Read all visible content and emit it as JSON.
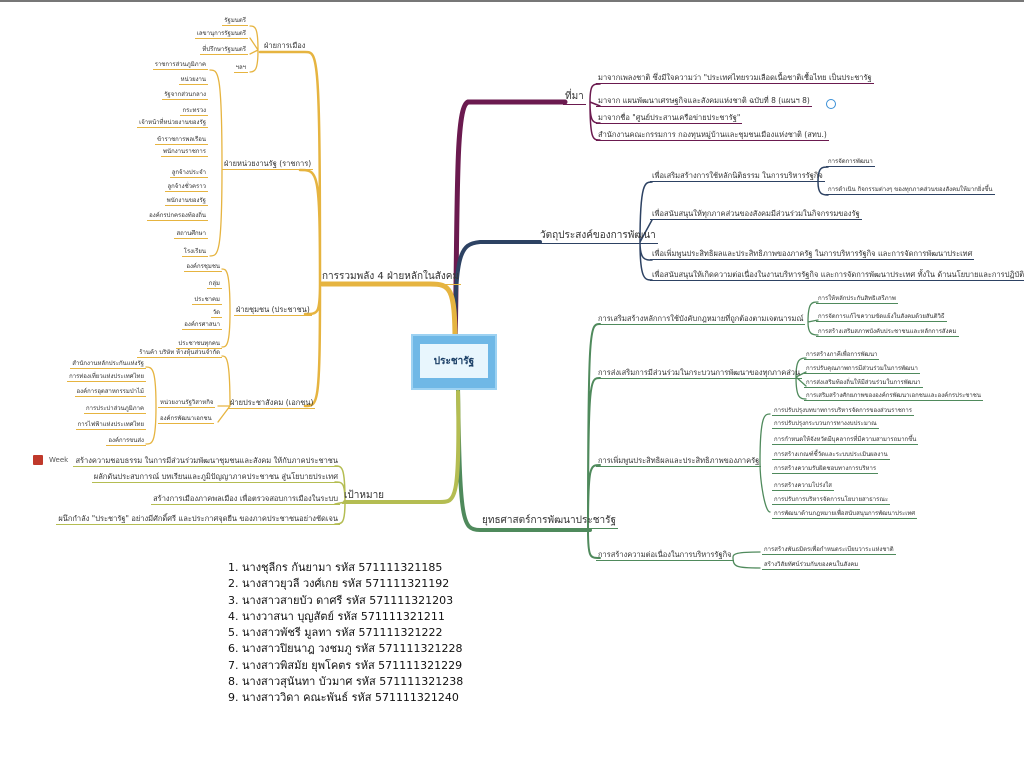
{
  "center": {
    "label": "ประชารัฐ"
  },
  "origin": {
    "label": "ที่มา",
    "items": [
      "มาจากเพลงชาติ ซึ่งมีใจความว่า \"ประเทศไทยรวมเลือดเนื้อชาติเชื้อไทย เป็นประชารัฐ",
      "มาจาก แผนพัฒนาเศรษฐกิจและสังคมแห่งชาติ ฉบับที่ 8 (แผนฯ 8)",
      "มาจากชื่อ \"ศูนย์ประสานเครือข่ายประชารัฐ\"",
      "สำนักงานคณะกรรมการ กองทุนหมู่บ้านและชุมชนเมืองแห่งชาติ (สทบ.)"
    ]
  },
  "objectives": {
    "label": "วัตถุประสงค์ของการพัฒนา",
    "items": [
      {
        "label": "เพื่อเสริมสร้างการใช้หลักนิติธรรม ในการบริหารรัฐกิจ",
        "children": [
          "การจัดการพัฒนา",
          "การดำเนิน กิจกรรมต่างๆ ของทุกภาคส่วนของสังคมให้มากยิ่งขึ้น"
        ]
      },
      {
        "label": "เพื่อสนับสนุนให้ทุกภาคส่วนของสังคมมีส่วนร่วมในกิจกรรมของรัฐ"
      },
      {
        "label": "เพื่อเพิ่มพูนประสิทธิผลและประสิทธิภาพของภาครัฐ ในการบริหารรัฐกิจ และการจัดการพัฒนาประเทศ"
      },
      {
        "label": "เพื่อสนับสนุนให้เกิดความต่อเนื่องในงานบริหารรัฐกิจ และการจัดการพัฒนาประเทศ ทั้งใน ด้านนโยบายและการปฏิบัติ"
      }
    ]
  },
  "strategy": {
    "label": "ยุทธศาสตร์การพัฒนาประชารัฐ",
    "items": [
      {
        "label": "การเสริมสร้างหลักการใช้บังคับกฎหมายที่ถูกต้องตามเจตนารมณ์",
        "children": [
          "การให้หลักประกันสิทธิเสรีภาพ",
          "การจัดการแก้ไขความขัดแย้งในสังคมด้วยสันติวิธี",
          "การสร้างเสริมสภาพบังคับประชาชนและหลักการสังคม"
        ]
      },
      {
        "label": "การส่งเสริมการมีส่วนร่วมในกระบวนการพัฒนาของทุกภาคส่วน",
        "children": [
          "การสร้างภาคีเพื่อการพัฒนา",
          "การปรับคุณภาพการมีส่วนร่วมในการพัฒนา",
          "การส่งเสริมท้องถิ่นให้มีส่วนร่วมในการพัฒนา",
          "การเสริมสร้างศักยภาพขององค์กรพัฒนาเอกชนและองค์กรประชาชน"
        ]
      },
      {
        "label": "การเพิ่มพูนประสิทธิผลและประสิทธิภาพของภาครัฐ",
        "children": [
          "การปรับปรุงบทบาทการบริหารจัดการของส่วนราชการ",
          "การปรับปรุงกระบวนการทางงบประมาณ",
          "การกำหนดให้จังหวัดมีบุคลากรที่มีความสามารถมากขึ้น",
          "การสร้างเกณฑ์ชี้วัดและระบบประเมินผลงาน",
          "การสร้างความรับผิดชอบทางการบริหาร",
          "การสร้างความโปร่งใส",
          "การปรับการบริหารจัดการนโยบายสาธารณะ",
          "การพัฒนาด้านกฎหมายเพื่อสนับสนุนการพัฒนาประเทศ"
        ]
      },
      {
        "label": "การสร้างความต่อเนื่องในการบริหารรัฐกิจ",
        "children": [
          "การสร้างพันธมิตรเพื่อกำหนดระเบียบวาระแห่งชาติ",
          "สร้างวิสัยทัศน์ร่วมกันของคนในสังคม"
        ]
      }
    ]
  },
  "alliance": {
    "label": "การรวมพลัง 4 ฝ่ายหลักในสังคม",
    "politics": {
      "label": "ฝ่ายการเมือง",
      "children": [
        "รัฐมนตรี",
        "เลขานุการรัฐมนตรี",
        "ที่ปรึกษารัฐมนตรี",
        "ฯลฯ"
      ]
    },
    "state": {
      "label": "ฝ่ายหน่วยงานรัฐ (ราชการ)",
      "children": [
        "ราชการส่วนภูมิภาค",
        "หน่วยงาน",
        "รัฐจากส่วนกลาง",
        "กระทรวง",
        "เจ้าหน้าที่หน่วยงานของรัฐ",
        "ข้าราชการพลเรือน",
        "พนักงานราชการ",
        "ลูกจ้างประจำ",
        "ลูกจ้างชั่วคราว",
        "พนักงานของรัฐ",
        "องค์กรปกครองท้องถิ่น",
        "สถานศึกษา",
        "โรงเรียน"
      ]
    },
    "community": {
      "label": "ฝ่ายชุมชน (ประชาชน)",
      "children": [
        "องค์กรชุมชน",
        "กลุ่ม",
        "ประชาคม",
        "วัด",
        "องค์กรศาสนา",
        "ประชาชนทุกคน"
      ]
    },
    "civil": {
      "label": "ฝ่ายประชาสังคม (เอกชน)",
      "children": [
        "ร้านค้า บริษัท ห้างหุ้นส่วนจำกัด",
        "หน่วยงานรัฐวิสาหกิจ",
        "องค์กรพัฒนาเอกชน"
      ],
      "soe": [
        "สำนักงานหลักประกันแห่งรัฐ",
        "การท่องเที่ยวแห่งประเทศไทย",
        "องค์การอุตสาหกรรมป่าไม้",
        "การประปาส่วนภูมิภาค",
        "การไฟฟ้าแห่งประเทศไทย",
        "องค์การขนส่ง"
      ]
    }
  },
  "goals": {
    "label": "เป้าหมาย",
    "week_label": "Week",
    "items": [
      "สร้างความชอบธรรม ในการมีส่วนร่วมพัฒนาชุมชนและสังคม ให้กับภาคประชาชน",
      "ผลักดันประสบการณ์ บทเรียนและภูมิปัญญาภาคประชาชน สู่นโยบายประเทศ",
      "สร้างการเมืองภาคพลเมือง เพื่อตรวจสอบการเมืองในระบบ",
      "ผนึกกำลัง \"ประชารัฐ\" อย่างมีศักดิ์ศรี และประกาศจุดยืน ของภาคประชาชนอย่างชัดเจน"
    ]
  },
  "members": [
    "1. นางชุลีกร  กันยามา  รหัส 571111321185",
    "2. นางสาวยุวลี  วงศ์เกย  รหัส 571111321192",
    "3. นางสาวสายบัว  ดาศรี รหัส 571111321203",
    "4. นางวาสนา  บุญสัตย์  รหัส  571111321211",
    "5. นางสาวพัชรี  มูลทา  รหัส  571111321222",
    "6. นางสาวปิยนาฎ  วงชมภู  รหัส  571111321228",
    "7. นางสาวพิสมัย  ยุพโคตร  รหัส  571111321229",
    "8. นางสาวสุนันทา  บัวมาศ  รหัส  571111321238",
    "9. นางสาววิดา  คณะพันธ์  รหัส  571111321240"
  ],
  "colors": {
    "origin": "#6b1a4f",
    "objectives": "#2d4263",
    "strategy": "#4f8a5c",
    "alliance": "#e6b440",
    "goals": "#b4bd52",
    "center": "#6fb8e6"
  }
}
